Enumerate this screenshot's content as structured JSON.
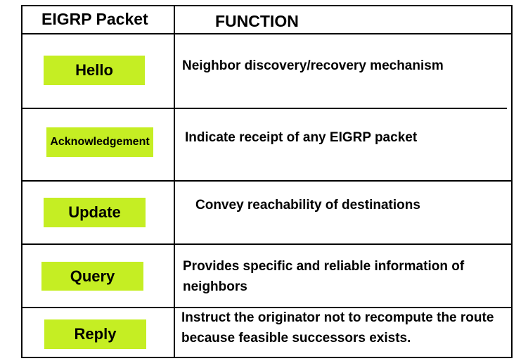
{
  "table": {
    "header": {
      "packet": "EIGRP Packet",
      "function": "FUNCTION"
    },
    "rows": [
      {
        "packet": "Hello",
        "function": "Neighbor discovery/recovery mechanism"
      },
      {
        "packet": "Acknowledgement",
        "function": "Indicate receipt of any EIGRP packet"
      },
      {
        "packet": "Update",
        "function": "Convey reachability of destinations"
      },
      {
        "packet": "Query",
        "function": "Provides specific and reliable information of neighbors"
      },
      {
        "packet": "Reply",
        "function": "Instruct the originator not to recompute the route because feasible successors exists."
      }
    ]
  },
  "colors": {
    "badge": "#c5ee23",
    "lines": "#000000"
  }
}
